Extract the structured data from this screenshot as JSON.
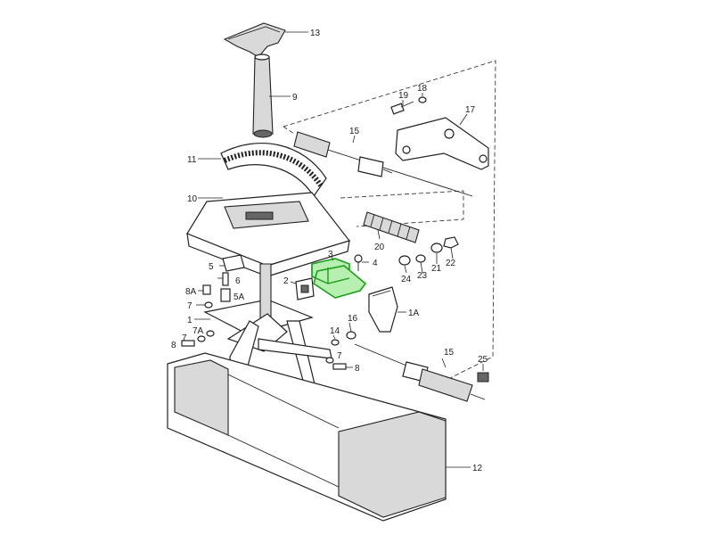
{
  "diagram": {
    "highlight_color": "#1aa01a",
    "highlighted_part": "3",
    "callouts": [
      {
        "id": "c13",
        "text": "13"
      },
      {
        "id": "c9",
        "text": "9"
      },
      {
        "id": "c19",
        "text": "19"
      },
      {
        "id": "c18",
        "text": "18"
      },
      {
        "id": "c17",
        "text": "17"
      },
      {
        "id": "c15a",
        "text": "15"
      },
      {
        "id": "c11",
        "text": "11"
      },
      {
        "id": "c10",
        "text": "10"
      },
      {
        "id": "c20",
        "text": "20"
      },
      {
        "id": "c3",
        "text": "3"
      },
      {
        "id": "c4",
        "text": "4"
      },
      {
        "id": "c5",
        "text": "5"
      },
      {
        "id": "c2",
        "text": "2"
      },
      {
        "id": "c6",
        "text": "6"
      },
      {
        "id": "c8a",
        "text": "8A"
      },
      {
        "id": "c5a",
        "text": "5A"
      },
      {
        "id": "c7a",
        "text": "7"
      },
      {
        "id": "c1",
        "text": "1"
      },
      {
        "id": "c7A",
        "text": "7A"
      },
      {
        "id": "c7b",
        "text": "7"
      },
      {
        "id": "c8b",
        "text": "8"
      },
      {
        "id": "c14",
        "text": "14"
      },
      {
        "id": "c16",
        "text": "16"
      },
      {
        "id": "c1A",
        "text": "1A"
      },
      {
        "id": "c24",
        "text": "24"
      },
      {
        "id": "c23",
        "text": "23"
      },
      {
        "id": "c21",
        "text": "21"
      },
      {
        "id": "c22",
        "text": "22"
      },
      {
        "id": "c7c",
        "text": "7"
      },
      {
        "id": "c8c",
        "text": "8"
      },
      {
        "id": "c15b",
        "text": "15"
      },
      {
        "id": "c25",
        "text": "25"
      },
      {
        "id": "c12",
        "text": "12"
      }
    ]
  }
}
